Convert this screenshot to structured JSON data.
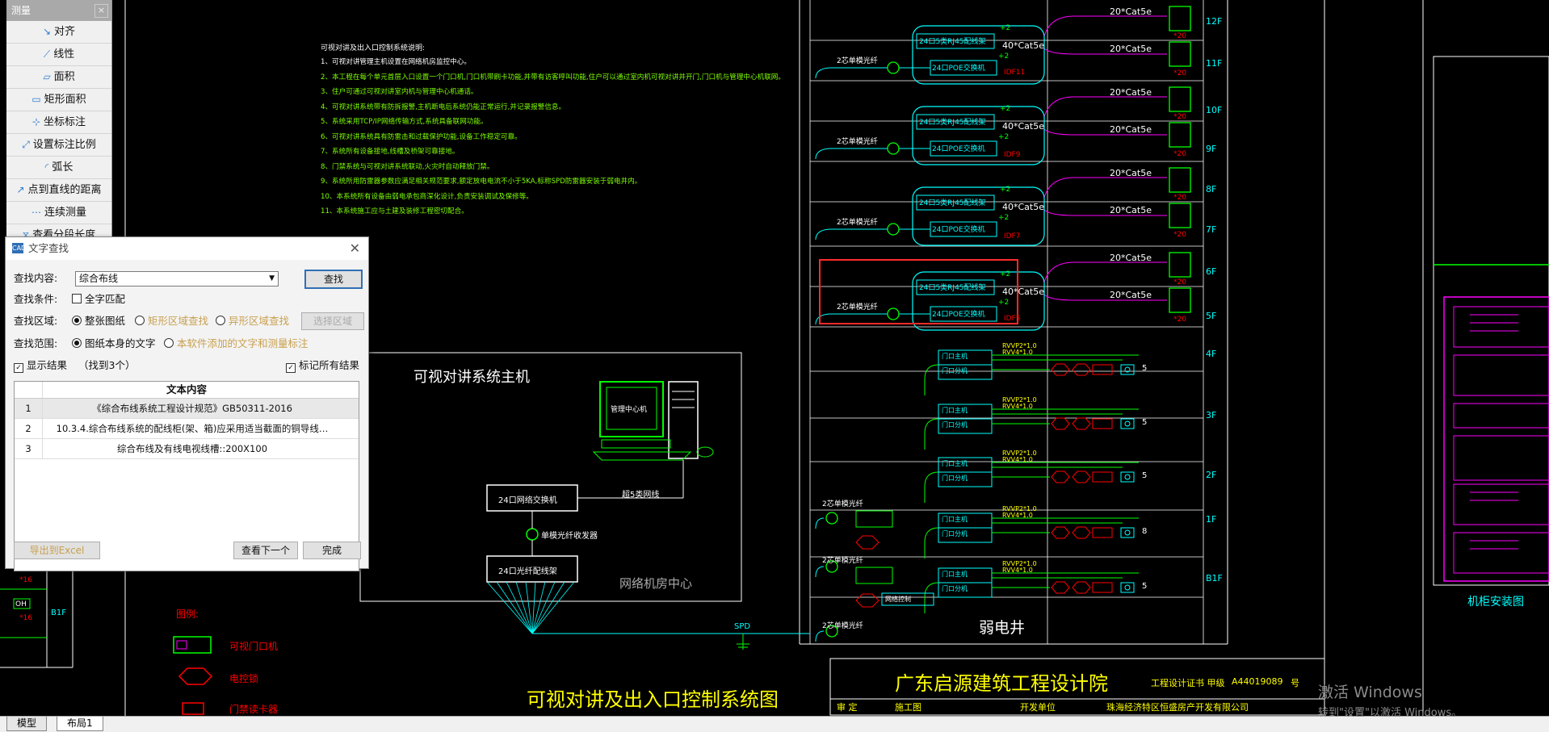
{
  "measure_panel": {
    "title": "测量",
    "close": "×",
    "items": [
      {
        "label": "对齐",
        "icon": "align-icon"
      },
      {
        "label": "线性",
        "icon": "linear-icon"
      },
      {
        "label": "面积",
        "icon": "area-icon"
      },
      {
        "label": "矩形面积",
        "icon": "rect-area-icon"
      },
      {
        "label": "坐标标注",
        "icon": "coordinate-icon"
      },
      {
        "label": "设置标注比例",
        "icon": "scale-icon"
      },
      {
        "label": "弧长",
        "icon": "arc-icon"
      },
      {
        "label": "点到直线的距离",
        "icon": "point-line-icon"
      },
      {
        "label": "连续测量",
        "icon": "continuous-icon"
      },
      {
        "label": "查看分段长度",
        "icon": "segment-icon"
      }
    ]
  },
  "dialog": {
    "title": "文字查找",
    "search_content_label": "查找内容:",
    "search_value": "综合布线",
    "find_button": "查找",
    "condition_label": "查找条件:",
    "full_match": "全字匹配",
    "area_label": "查找区域:",
    "area_options": [
      "整张图纸",
      "矩形区域查找",
      "异形区域查找"
    ],
    "select_area_button": "选择区域",
    "scope_label": "查找范围:",
    "scope_options": [
      "图纸本身的文字",
      "本软件添加的文字和测量标注"
    ],
    "show_results": "显示结果",
    "found_count": "（找到3个）",
    "mark_all": "标记所有结果",
    "table_header": "文本内容",
    "results": [
      {
        "no": "1",
        "text": "《综合布线系统工程设计规范》GB50311-2016"
      },
      {
        "no": "2",
        "text": "10.3.4.综合布线系统的配线柜(架、箱)应采用适当截面的铜导线…"
      },
      {
        "no": "3",
        "text": "综合布线及有线电视线槽::200X100"
      }
    ],
    "export_button": "导出到Excel",
    "next_button": "查看下一个",
    "done_button": "完成"
  },
  "drawing": {
    "notes_title": "可视对讲及出入口控制系统说明:",
    "notes": [
      "1、可视对讲管理主机设置在网络机房监控中心。",
      "2、本工程在每个单元首层入口设置一个门口机,门口机带刷卡功能,并带有访客呼叫功能,住户可以通过室内机可视对讲并开门,门口机与管理中心机联网。",
      "3、住户可通过可视对讲室内机与管理中心机通话。",
      "4、可视对讲系统带有防拆报警,主机断电后系统仍能正常运行,并记录报警信息。",
      "5、系统采用TCP/IP网络传输方式,系统具备联网功能。",
      "6、可视对讲系统具有防雷击和过载保护功能,设备工作稳定可靠。",
      "7、系统所有设备接地,线槽及桥架可靠接地。",
      "8、门禁系统与可视对讲系统联动,火灾时自动释放门禁。",
      "9、系统所用防雷器参数应满足相关规范要求,额定放电电流不小于5KA,标称SPD防雷器安装于弱电井内。",
      "10、本系统所有设备由弱电承包商深化设计,负责安装调试及保修等。",
      "11、本系统施工应与土建及装修工程密切配合。"
    ],
    "host_title": "可视对讲系统主机",
    "host_monitor_label": "管理中心机",
    "switch_box": "24口网络交换机",
    "patch_box": "24口光纤配线架",
    "fiber_label": "单模光纤收发器",
    "cable_label": "超5类网线",
    "room_label": "网络机房中心",
    "spd_label": "SPD",
    "shaft_label": "弱电井",
    "rack_label": "机柜安装图",
    "main_title": "可视对讲及出入口控制系统图",
    "institute": "广东启源建筑工程设计院",
    "cert_label": "工程设计证书 甲级",
    "cert_no": "A44019089",
    "cert_suffix": "号",
    "tb_cells": [
      "审 定",
      "施工图",
      "开发单位",
      "珠海经济特区恒盛房产开发有限公司"
    ],
    "legend_title": "图例:",
    "legend": [
      "可视门口机",
      "电控锁",
      "门禁读卡器"
    ],
    "floors": [
      "12F",
      "11F",
      "10F",
      "9F",
      "8F",
      "7F",
      "6F",
      "5F",
      "4F",
      "3F",
      "2F",
      "1F",
      "B1F"
    ],
    "idf_labels": [
      "IDF11",
      "IDF9",
      "IDF7",
      "IDF5"
    ],
    "switch_top": "24口5类RJ45配线架",
    "switch_bottom": "24口POE交换机",
    "cable_40": "40*Cat5e",
    "cable_20": "20*Cat5e",
    "plus2": "+2",
    "riser_label": "2芯单模光纤",
    "n20": "*20",
    "small_labels": [
      "RVVP2*1.0",
      "RVV4*1.0",
      "门口主机",
      "门口分机"
    ],
    "door_count": [
      "5",
      "5",
      "5",
      "8",
      "5"
    ],
    "left_labels": [
      "B1F",
      "*16",
      "*16",
      "OH",
      "*16"
    ],
    "ctrl_label": "网络控制"
  },
  "tabs": [
    {
      "label": "模型"
    },
    {
      "label": "布局1"
    }
  ],
  "watermark": {
    "line1": "激活 Windows",
    "line2": "转到\"设置\"以激活 Windows。"
  }
}
